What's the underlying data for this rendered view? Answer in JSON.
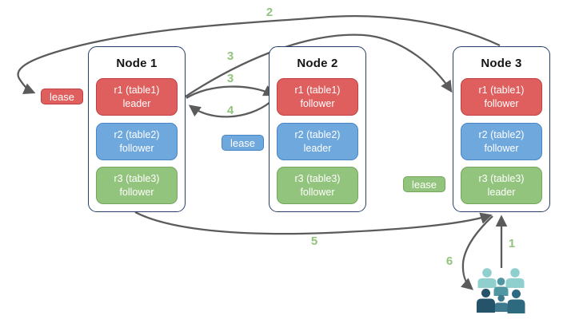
{
  "colors": {
    "red_fill": "#df5f5f",
    "red_stroke": "#bf4040",
    "blue_fill": "#6fa8dc",
    "blue_stroke": "#4a86c6",
    "green_fill": "#93c47d",
    "green_stroke": "#73a75a",
    "node_border": "#24406b",
    "arrow": "#5b5b5b",
    "step_label": "#93c47d",
    "users_light": "#8fcfce",
    "users_teal": "#4f97a3",
    "users_slate": "#3e7a8e",
    "users_dark": "#24536a",
    "users_darkteal": "#2e6a7f"
  },
  "nodes": [
    {
      "title": "Node 1",
      "replicas": [
        {
          "name": "r1 (table1)",
          "role": "leader",
          "color": "red"
        },
        {
          "name": "r2 (table2)",
          "role": "follower",
          "color": "blue"
        },
        {
          "name": "r3 (table3)",
          "role": "follower",
          "color": "green"
        }
      ]
    },
    {
      "title": "Node 2",
      "replicas": [
        {
          "name": "r1 (table1)",
          "role": "follower",
          "color": "red"
        },
        {
          "name": "r2 (table2)",
          "role": "leader",
          "color": "blue"
        },
        {
          "name": "r3 (table3)",
          "role": "follower",
          "color": "green"
        }
      ]
    },
    {
      "title": "Node 3",
      "replicas": [
        {
          "name": "r1 (table1)",
          "role": "follower",
          "color": "red"
        },
        {
          "name": "r2 (table2)",
          "role": "follower",
          "color": "blue"
        },
        {
          "name": "r3 (table3)",
          "role": "leader",
          "color": "green"
        }
      ]
    }
  ],
  "leases": [
    {
      "label": "lease",
      "color": "red"
    },
    {
      "label": "lease",
      "color": "blue"
    },
    {
      "label": "lease",
      "color": "green"
    }
  ],
  "steps": {
    "s1": "1",
    "s2": "2",
    "s3a": "3",
    "s3b": "3",
    "s4": "4",
    "s5": "5",
    "s6": "6"
  }
}
